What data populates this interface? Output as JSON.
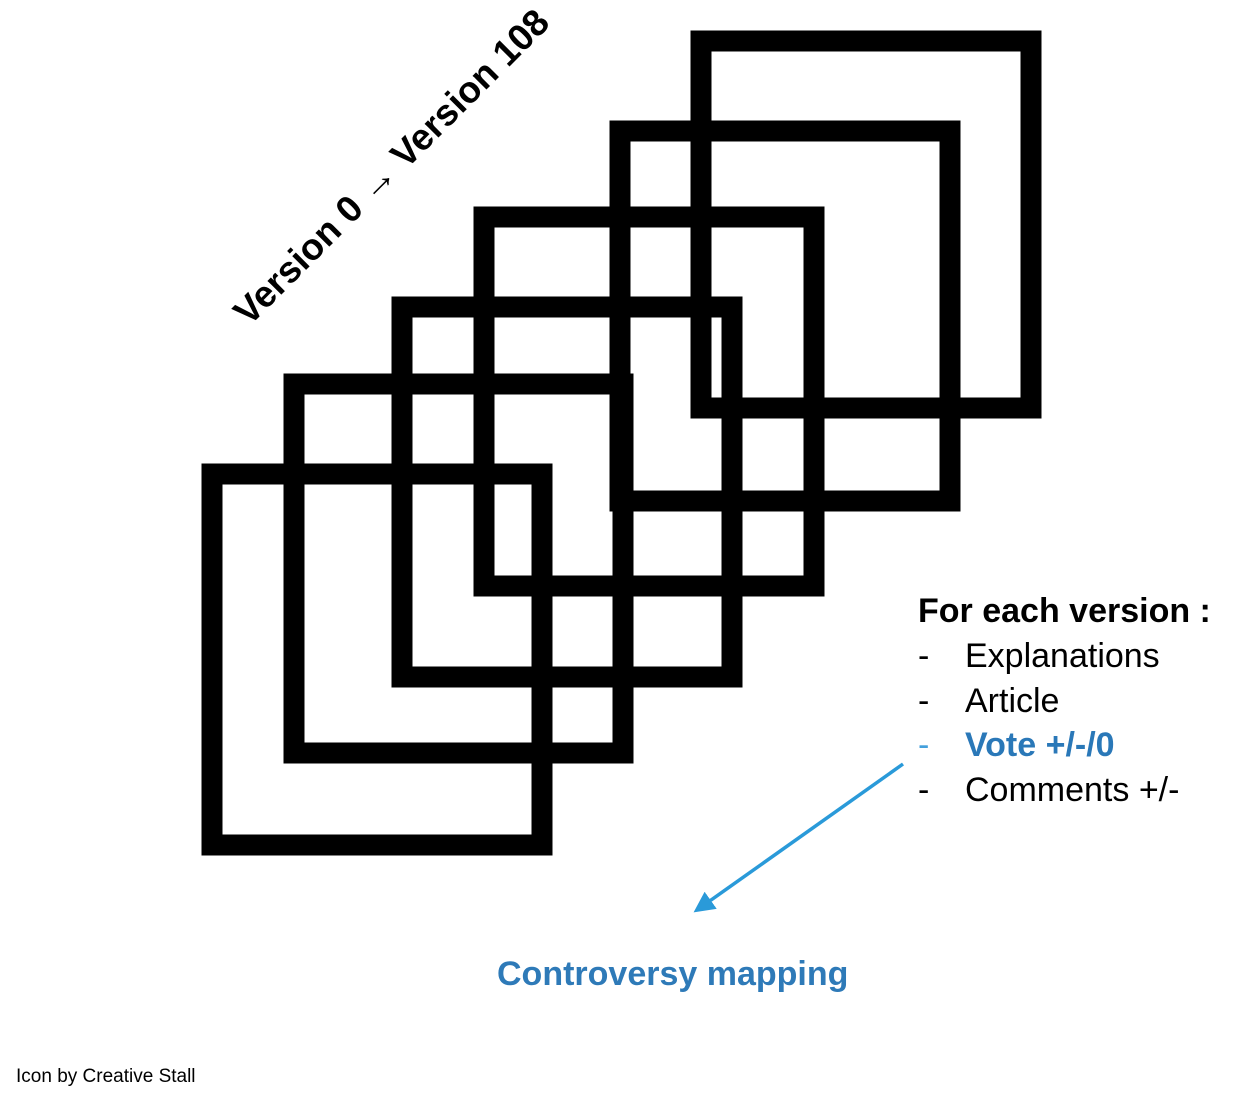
{
  "diagram": {
    "version_range_label": "Version 0 → Version 108",
    "stacked_icon": "stacked-squares-icon",
    "per_version": {
      "heading": "For each version :",
      "items": [
        {
          "dash": "-",
          "text": "Explanations"
        },
        {
          "dash": "-",
          "text": "Article"
        },
        {
          "dash": "-",
          "text": "Vote +/-/0"
        },
        {
          "dash": "-",
          "text": "Comments +/-"
        }
      ],
      "highlighted_item_index": 2
    },
    "arrow_icon": "arrow-icon",
    "result_label": "Controversy mapping",
    "accent_color": "#2e7ab8",
    "arrow_color": "#2a9ad9"
  },
  "footer": {
    "credit": "Icon by Creative Stall"
  }
}
